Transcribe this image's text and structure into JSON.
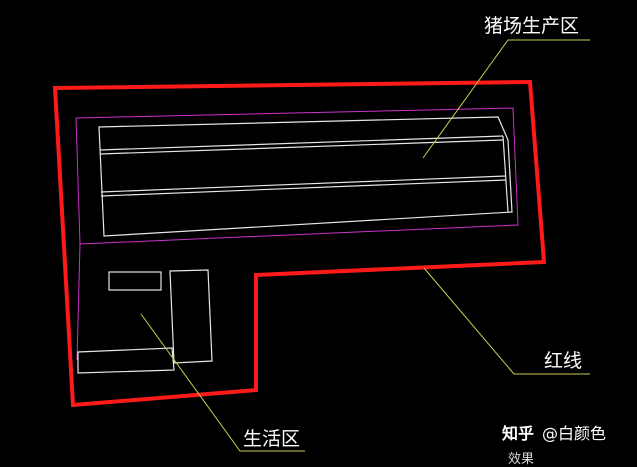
{
  "labels": {
    "production_area": "猪场生产区",
    "red_line": "红线",
    "living_area": "生活区"
  },
  "watermark": {
    "brand": "知乎",
    "author": "@白颜色"
  },
  "cutoff_text": "效果",
  "colors": {
    "background": "#000000",
    "red_line": "#ff1a1a",
    "boundary": "#cc33cc",
    "buildings": "#e6e6e6",
    "leader_lines": "#cccc55",
    "text": "#ffffff"
  }
}
